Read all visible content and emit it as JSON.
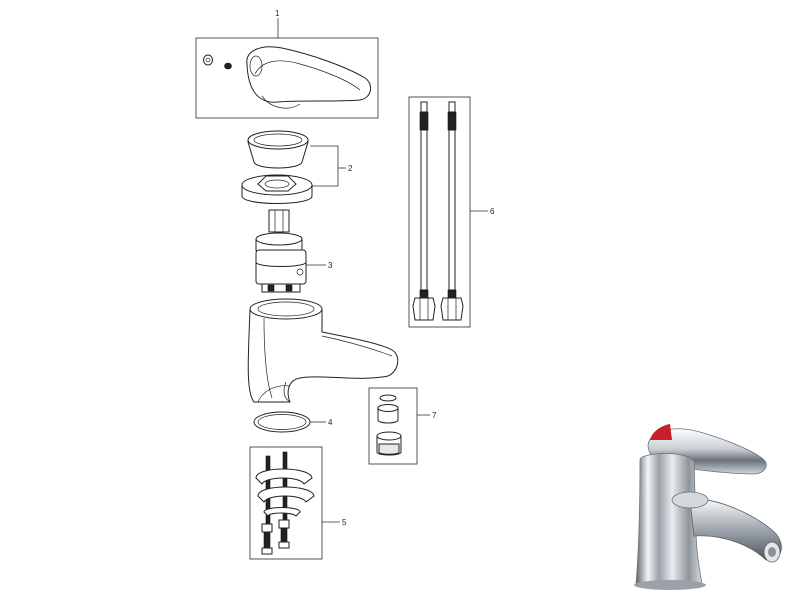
{
  "diagram": {
    "callouts": [
      {
        "id": "handle",
        "label": "1"
      },
      {
        "id": "cap-and-nut",
        "label": "2"
      },
      {
        "id": "cartridge",
        "label": "3"
      },
      {
        "id": "o-ring",
        "label": "4"
      },
      {
        "id": "fixing-kit",
        "label": "5"
      },
      {
        "id": "flexible-hoses",
        "label": "6"
      },
      {
        "id": "aerator",
        "label": "7"
      }
    ]
  },
  "colors": {
    "line": "#222222",
    "chrome-light": "#f2f4f6",
    "chrome-dark": "#7a8088",
    "indicator-red": "#c8202a"
  }
}
